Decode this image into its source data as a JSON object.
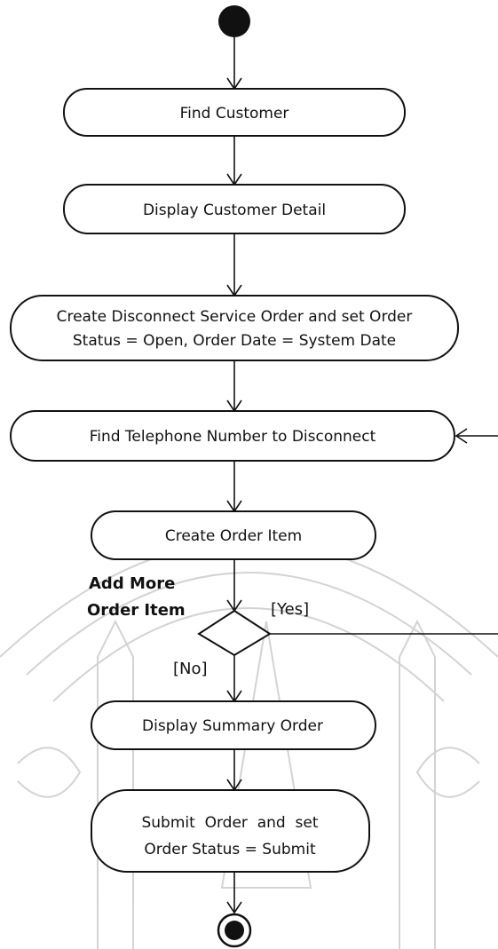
{
  "diagram": {
    "activities": {
      "find_customer": "Find Customer",
      "display_customer_detail": "Display Customer Detail",
      "create_disconnect_order_line1": "Create Disconnect Service Order and set Order",
      "create_disconnect_order_line2": "Status = Open, Order Date = System Date",
      "find_telephone_number": "Find Telephone Number to Disconnect",
      "create_order_item": "Create Order Item",
      "display_summary_order": "Display Summary Order",
      "submit_order_line1": "Submit  Order  and  set",
      "submit_order_line2": "Order Status = Submit"
    },
    "decision": {
      "label_line1": "Add More",
      "label_line2": "Order Item",
      "yes_guard": "[Yes]",
      "no_guard": "[No]"
    }
  },
  "colors": {
    "stroke": "#111111",
    "background": "#ffffff",
    "watermark": "#c9c9c9"
  }
}
